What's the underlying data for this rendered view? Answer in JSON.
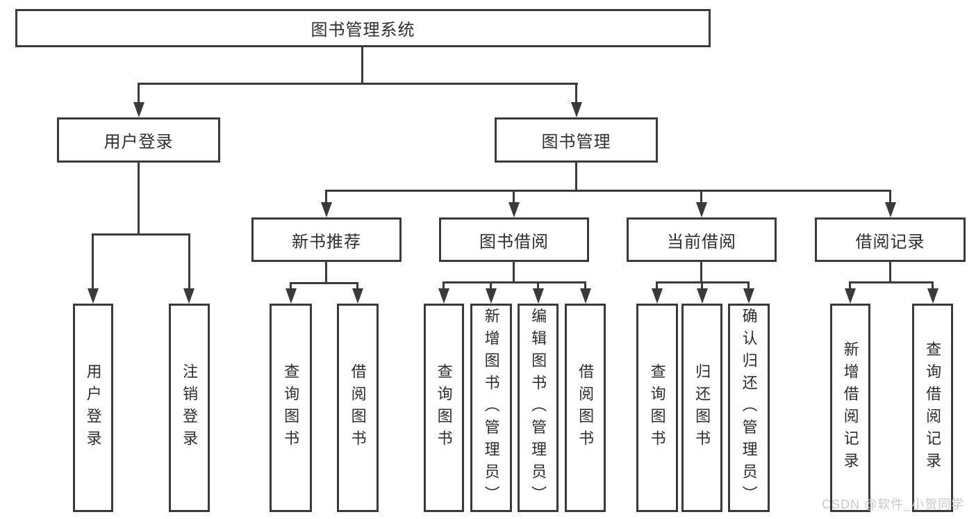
{
  "title": "图书管理系统",
  "colors": {
    "line": "#3a3a3a",
    "text": "#2d2d2d",
    "background": "#ffffff",
    "watermark": "#c8c8c8"
  },
  "tree": {
    "root": {
      "label": "图书管理系统"
    },
    "branches": [
      {
        "label": "用户登录",
        "children": [
          {
            "label": "用户登录"
          },
          {
            "label": "注销登录"
          }
        ]
      },
      {
        "label": "图书管理",
        "children": [
          {
            "label": "新书推荐",
            "children": [
              {
                "label": "查询图书"
              },
              {
                "label": "借阅图书"
              }
            ]
          },
          {
            "label": "图书借阅",
            "children": [
              {
                "label": "查询图书"
              },
              {
                "label": "新增图书（管理员）"
              },
              {
                "label": "编辑图书（管理员）"
              },
              {
                "label": "借阅图书"
              }
            ]
          },
          {
            "label": "当前借阅",
            "children": [
              {
                "label": "查询图书"
              },
              {
                "label": "归还图书"
              },
              {
                "label": "确认归还（管理员）"
              }
            ]
          },
          {
            "label": "借阅记录",
            "children": [
              {
                "label": "新增借阅记录"
              },
              {
                "label": "查询借阅记录"
              }
            ]
          }
        ]
      }
    ]
  },
  "watermark": {
    "text": "CSDN @软件_小贺同学"
  }
}
